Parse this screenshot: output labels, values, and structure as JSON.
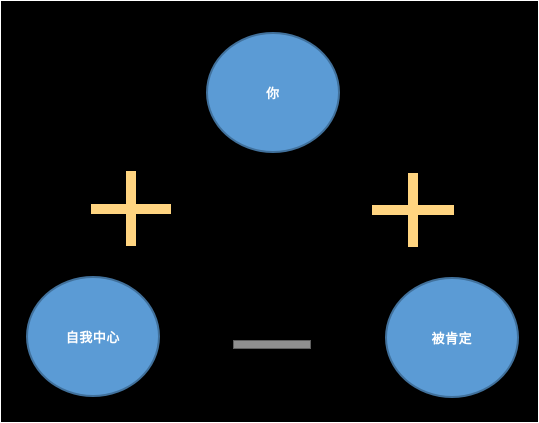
{
  "nodes": {
    "top": {
      "label": "你"
    },
    "left": {
      "label": "自我中心"
    },
    "right": {
      "label": "被肯定"
    }
  },
  "signs": {
    "left_link": {
      "type": "plus"
    },
    "right_link": {
      "type": "plus"
    },
    "bottom_link": {
      "type": "minus"
    }
  },
  "colors": {
    "background": "#000000",
    "node_fill": "#5b9bd5",
    "node_border": "#41719c",
    "node_text": "#ffffff",
    "plus": "#ffd480",
    "minus": "#8f8f8f"
  }
}
